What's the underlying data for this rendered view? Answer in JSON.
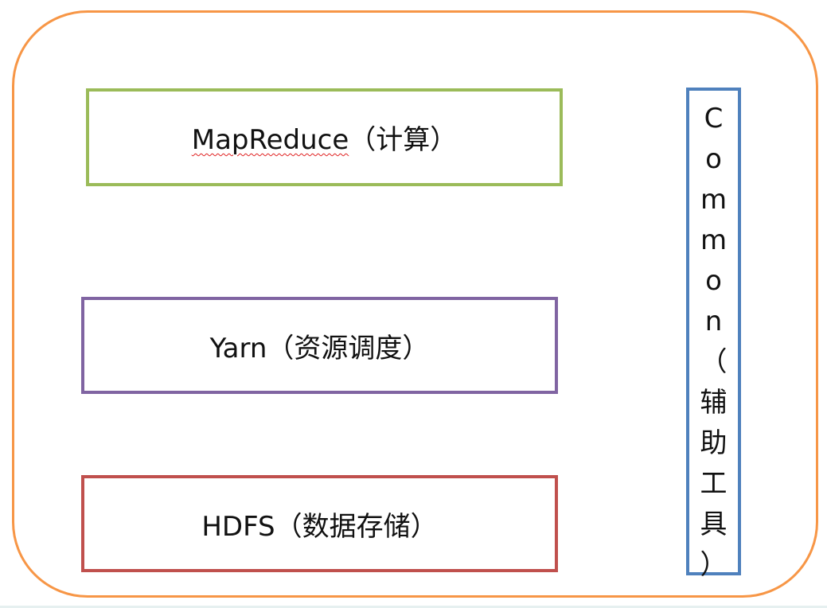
{
  "colors": {
    "outer_frame": "#f79646",
    "mapreduce_border": "#9bbb59",
    "yarn_border": "#8064a2",
    "hdfs_border": "#c0504d",
    "common_border": "#4f81bd"
  },
  "modules": {
    "mapreduce": {
      "name": "MapReduce",
      "desc": "（计算）"
    },
    "yarn": {
      "label": "Yarn（资源调度）"
    },
    "hdfs": {
      "label": "HDFS（数据存储）"
    }
  },
  "common": {
    "chars": [
      "C",
      "o",
      "m",
      "m",
      "o",
      "n",
      "（",
      "辅",
      "助",
      "工",
      "具",
      "）"
    ]
  }
}
